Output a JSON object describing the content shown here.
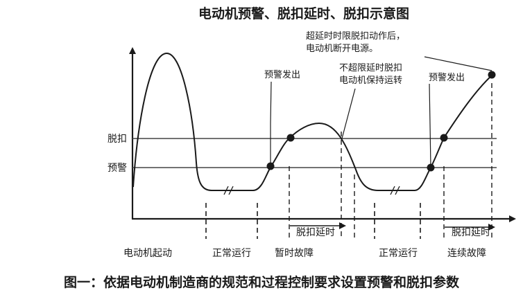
{
  "title": "电动机预警、脱扣延时、脱扣示意图",
  "caption": "图一：依据电动机制造商的规范和过程控制要求设置预警和脱扣参数",
  "levels": {
    "trip": "脱扣",
    "warning": "预警"
  },
  "annotations": {
    "after_trip_line1": "超延时时限脱扣动作后，",
    "after_trip_line2": "电动机断开电源。",
    "warning_issued_1": "预警发出",
    "warning_issued_2": "预警发出",
    "no_trip_line1": "不超限延时脱扣",
    "no_trip_line2": "电动机保持运转"
  },
  "delay_labels": {
    "first": "脱扣延时",
    "second": "脱扣延时"
  },
  "phases": {
    "start": "电动机起动",
    "normal_1": "正常运行",
    "temp_fault": "暂时故障",
    "normal_2": "正常运行",
    "cont_fault": "连续故障"
  },
  "colors": {
    "ink": "#1a1a1a",
    "grid": "#444444"
  }
}
